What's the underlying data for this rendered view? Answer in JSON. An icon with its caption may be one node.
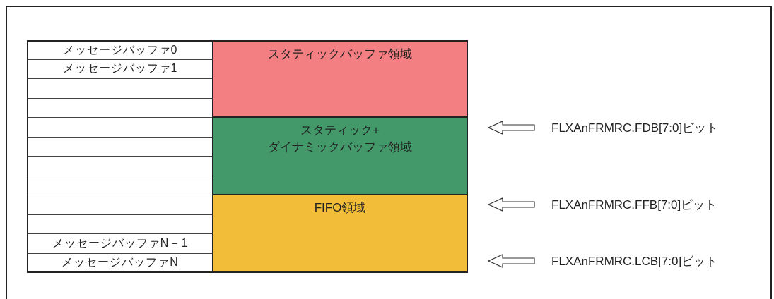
{
  "diagram": {
    "nodes": [
      {
        "text": [
          "メッセージバッファ0"
        ]
      },
      {
        "text": [
          "メッセージバッファ1"
        ]
      },
      {
        "text": [],
        "shape": "box"
      },
      {
        "text": [],
        "shape": "box"
      },
      {
        "text": [],
        "shape": "box"
      },
      {
        "text": [],
        "shape": "box"
      },
      {
        "text": [],
        "shape": "box"
      },
      {
        "text": [],
        "shape": "box"
      },
      {
        "text": [],
        "shape": "box"
      },
      {
        "text": [],
        "shape": "box"
      },
      {
        "text": [
          "メッセージバッファN－1"
        ]
      },
      {
        "text": [
          "メッセージバッファN"
        ]
      },
      {
        "text": [
          "スタティックバッファ領域"
        ]
      },
      {
        "text": [
          "スタティック+ ダイナミックバッファ領域"
        ]
      },
      {
        "text": [
          "FIFO領域"
        ]
      },
      {
        "text": [
          "FLXAnFRMRC.FDB[7:0]ビット"
        ]
      },
      {
        "text": [
          "FLXAnFRMRC.FFB[7:0]ビット"
        ]
      },
      {
        "text": [
          "FLXAnFRMRC.LCB[7:0]ビット"
        ]
      }
    ],
    "edges": [
      {
        "from": 15,
        "to": null,
        "arrow": "to"
      },
      {
        "from": 16,
        "to": null,
        "arrow": "to"
      },
      {
        "from": 17,
        "to": null,
        "arrow": "to"
      }
    ]
  }
}
